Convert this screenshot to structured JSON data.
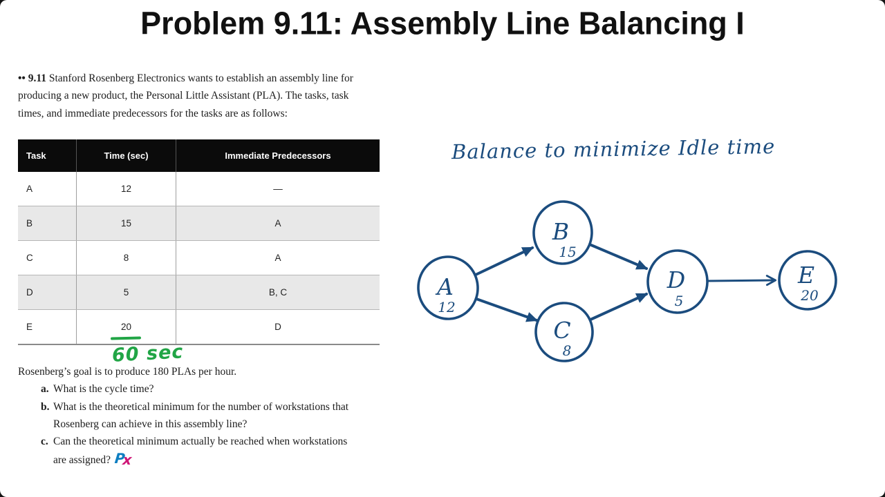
{
  "page": {
    "title": "Problem 9.11: Assembly Line Balancing I"
  },
  "problem": {
    "prefix": "•• 9.11",
    "line1": "Stanford Rosenberg Electronics wants to establish an assembly line for",
    "line2": "producing a new product, the Personal Little Assistant (PLA). The tasks, task",
    "line3": "times, and immediate predecessors for the tasks are as follows:"
  },
  "table": {
    "headers": [
      "Task",
      "Time (sec)",
      "Immediate Predecessors"
    ],
    "rows": [
      {
        "task": "A",
        "time": "12",
        "pred": "—"
      },
      {
        "task": "B",
        "time": "15",
        "pred": "A"
      },
      {
        "task": "C",
        "time": "8",
        "pred": "A"
      },
      {
        "task": "D",
        "time": "5",
        "pred": "B, C"
      },
      {
        "task": "E",
        "time": "20",
        "pred": "D"
      }
    ]
  },
  "annotations": {
    "cycle_time_note": "60 sec",
    "balance_note": "Balance to minimize Idle time",
    "ink_blue": "#1b4c7e",
    "ink_green": "#21a546"
  },
  "goal": "Rosenberg’s goal is to produce 180 PLAs per hour.",
  "questions": [
    {
      "marker": "a.",
      "line1": "What is the cycle time?",
      "line2": ""
    },
    {
      "marker": "b.",
      "line1": "What is the theoretical minimum for the number of workstations that",
      "line2": "Rosenberg can achieve in this assembly line?"
    },
    {
      "marker": "c.",
      "line1": "Can the theoretical minimum actually be reached when workstations",
      "line2": "are assigned?"
    }
  ],
  "logo": {
    "p": "P",
    "x": "x"
  },
  "diagram": {
    "nodes": [
      {
        "id": "A",
        "time": "12"
      },
      {
        "id": "B",
        "time": "15"
      },
      {
        "id": "C",
        "time": "8"
      },
      {
        "id": "D",
        "time": "5"
      },
      {
        "id": "E",
        "time": "20"
      }
    ],
    "edges": [
      "A→B",
      "A→C",
      "B→D",
      "C→D",
      "D→E"
    ],
    "ink_color": "#1b4c7e",
    "header_bg": "#0b0b0b",
    "stripe_bg": "#e8e8e8"
  }
}
